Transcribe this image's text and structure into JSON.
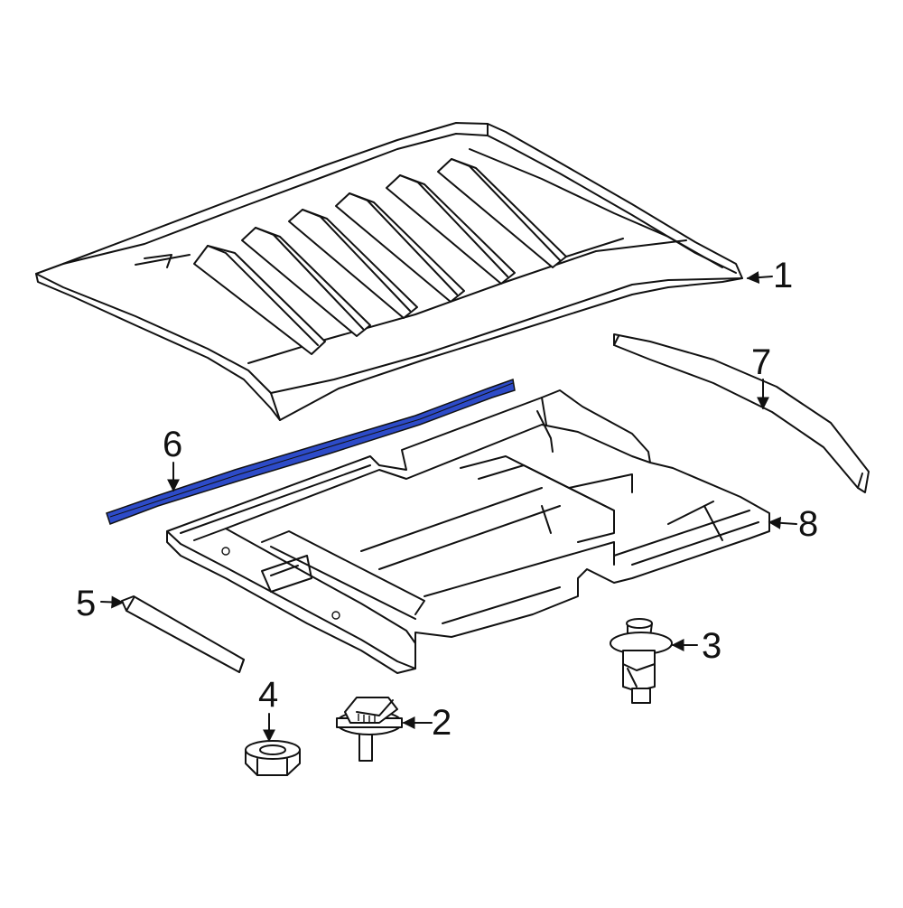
{
  "diagram": {
    "highlight_color": "#2d4bc8",
    "outline_color": "#111111",
    "highlighted_part": "6",
    "callouts": [
      {
        "id": "1",
        "label": "1"
      },
      {
        "id": "2",
        "label": "2"
      },
      {
        "id": "3",
        "label": "3"
      },
      {
        "id": "4",
        "label": "4"
      },
      {
        "id": "5",
        "label": "5"
      },
      {
        "id": "6",
        "label": "6"
      },
      {
        "id": "7",
        "label": "7"
      },
      {
        "id": "8",
        "label": "8"
      }
    ]
  }
}
